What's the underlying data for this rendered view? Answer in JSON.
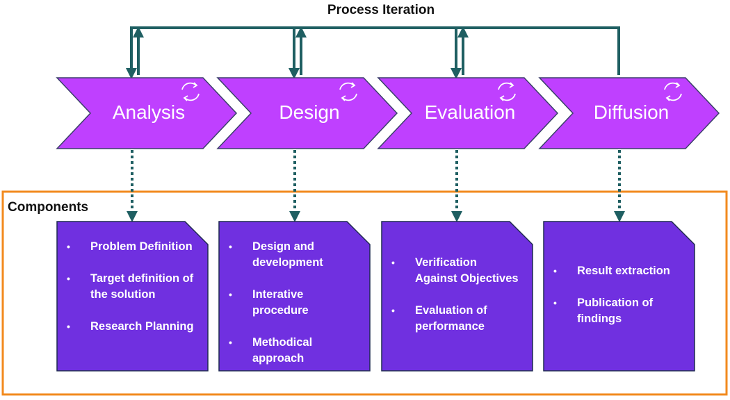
{
  "title": "Process Iteration",
  "components_title": "Components",
  "stages": [
    {
      "label": "Analysis"
    },
    {
      "label": "Design"
    },
    {
      "label": "Evaluation"
    },
    {
      "label": "Diffusion"
    }
  ],
  "components": [
    {
      "items": [
        "Problem Definition",
        "Target definition of the solution",
        "Research Planning"
      ]
    },
    {
      "items": [
        "Design and development",
        "Interative procedure",
        "Methodical approach"
      ]
    },
    {
      "items": [
        "Verification Against Objectives",
        "Evaluation of performance"
      ]
    },
    {
      "items": [
        "Result extraction",
        "Publication of findings"
      ]
    }
  ],
  "colors": {
    "chevron": "#bf40ff",
    "chevron_border": "#3b3f6b",
    "card": "#7030e0",
    "card_border": "#1f2a50",
    "connector": "#1f5f62",
    "frame": "#f28a1e"
  }
}
